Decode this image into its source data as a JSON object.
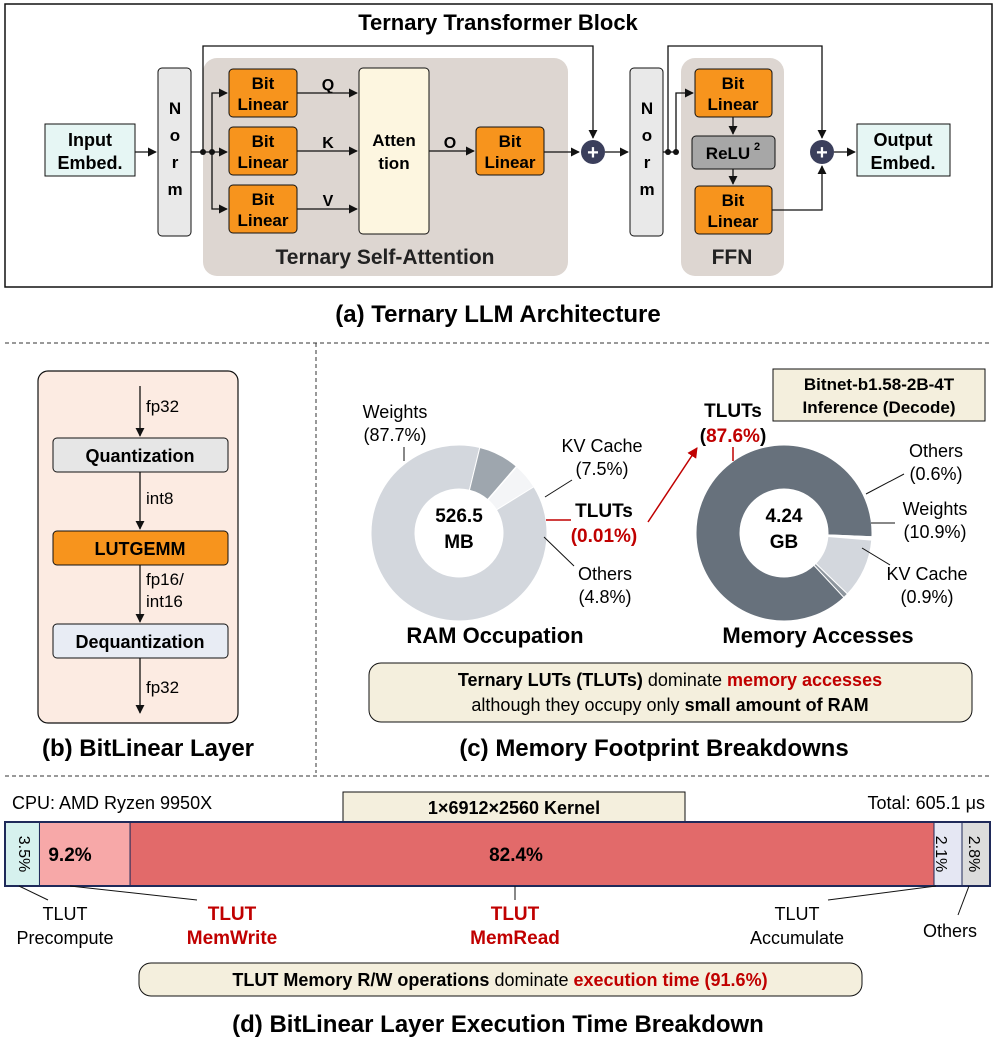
{
  "a": {
    "block_title": "Ternary Transformer Block",
    "input_l1": "Input",
    "input_l2": "Embed.",
    "output_l1": "Output",
    "output_l2": "Embed.",
    "norm": [
      "N",
      "o",
      "r",
      "m"
    ],
    "bit": "Bit",
    "linear": "Linear",
    "q": "Q",
    "k": "K",
    "v": "V",
    "o": "O",
    "attn_l1": "Atten",
    "attn_l2": "tion",
    "relu": "ReLU",
    "relu_sup": "2",
    "plus": "+",
    "sa_label": "Ternary Self-Attention",
    "ffn_label": "FFN",
    "caption": "(a) Ternary LLM Architecture"
  },
  "b": {
    "fp32_top": "fp32",
    "quant": "Quantization",
    "int8": "int8",
    "lutgemm": "LUTGEMM",
    "fp16_l1": "fp16/",
    "fp16_l2": "int16",
    "dequant": "Dequantization",
    "fp32_bot": "fp32",
    "caption": "(b) BitLinear Layer"
  },
  "c": {
    "model_l1": "Bitnet-b1.58-2B-4T",
    "model_l2": "Inference (Decode)",
    "ram": {
      "center_l1": "526.5",
      "center_l2": "MB",
      "title": "RAM Occupation",
      "weights_l1": "Weights",
      "weights_l2": "(87.7%)",
      "kv_l1": "KV Cache",
      "kv_l2": "(7.5%)",
      "tluts_l1": "TLUTs",
      "tluts_l2": "(0.01%)",
      "others_l1": "Others",
      "others_l2": "(4.8%)"
    },
    "mem": {
      "center_l1": "4.24",
      "center_l2": "GB",
      "title": "Memory Accesses",
      "tluts_l1": "TLUTs",
      "tluts_open": "(",
      "tluts_val": "87.6%",
      "tluts_close": ")",
      "others_l1": "Others",
      "others_l2": "(0.6%)",
      "weights_l1": "Weights",
      "weights_l2": "(10.9%)",
      "kv_l1": "KV Cache",
      "kv_l2": "(0.9%)"
    },
    "note_l1_a": "Ternary LUTs (TLUTs)",
    "note_l1_b": " dominate ",
    "note_l1_c": "memory accesses",
    "note_l2_a": "although they occupy only ",
    "note_l2_b": "small amount of RAM",
    "caption": "(c) Memory Footprint Breakdowns"
  },
  "d": {
    "cpu": "CPU: AMD Ryzen 9950X",
    "kernel": "1×6912×2560 Kernel",
    "total": "Total: 605.1 μs",
    "seg_precompute": "3.5%",
    "seg_memwrite": "9.2%",
    "seg_memread": "82.4%",
    "seg_accumulate": "2.1%",
    "seg_others": "2.8%",
    "lbl_precompute_l1": "TLUT",
    "lbl_precompute_l2": "Precompute",
    "lbl_memwrite_l1": "TLUT",
    "lbl_memwrite_l2": "MemWrite",
    "lbl_memread_l1": "TLUT",
    "lbl_memread_l2": "MemRead",
    "lbl_accumulate_l1": "TLUT",
    "lbl_accumulate_l2": "Accumulate",
    "lbl_others": "Others",
    "note_a": "TLUT Memory R/W operations",
    "note_b": " dominate ",
    "note_c": "execution time (91.6%)",
    "caption": "(d) BitLinear Layer Execution Time Breakdown"
  },
  "chart_data": [
    {
      "type": "pie",
      "title": "RAM Occupation",
      "categories": [
        "Weights",
        "KV Cache",
        "TLUTs",
        "Others"
      ],
      "values": [
        87.7,
        7.5,
        0.01,
        4.8
      ],
      "center": "526.5 MB"
    },
    {
      "type": "pie",
      "title": "Memory Accesses",
      "categories": [
        "TLUTs",
        "Others",
        "Weights",
        "KV Cache"
      ],
      "values": [
        87.6,
        0.6,
        10.9,
        0.9
      ],
      "center": "4.24 GB"
    },
    {
      "type": "bar",
      "stacked": true,
      "categories": [
        "TLUT Precompute",
        "TLUT MemWrite",
        "TLUT MemRead",
        "TLUT Accumulate",
        "Others"
      ],
      "values": [
        3.5,
        9.2,
        82.4,
        2.1,
        2.8
      ],
      "total": "605.1 μs"
    }
  ],
  "colors": {
    "orange": "#f7941d",
    "red": "#c00000",
    "cream": "#fdf6e0",
    "sa_bg": "#ddd6d1",
    "note_bg": "#f4efdd",
    "embed_bg": "#e6f6f4",
    "slate": "#67717c",
    "light_gray": "#d3d7dd",
    "mid_gray": "#9ea6ae"
  }
}
